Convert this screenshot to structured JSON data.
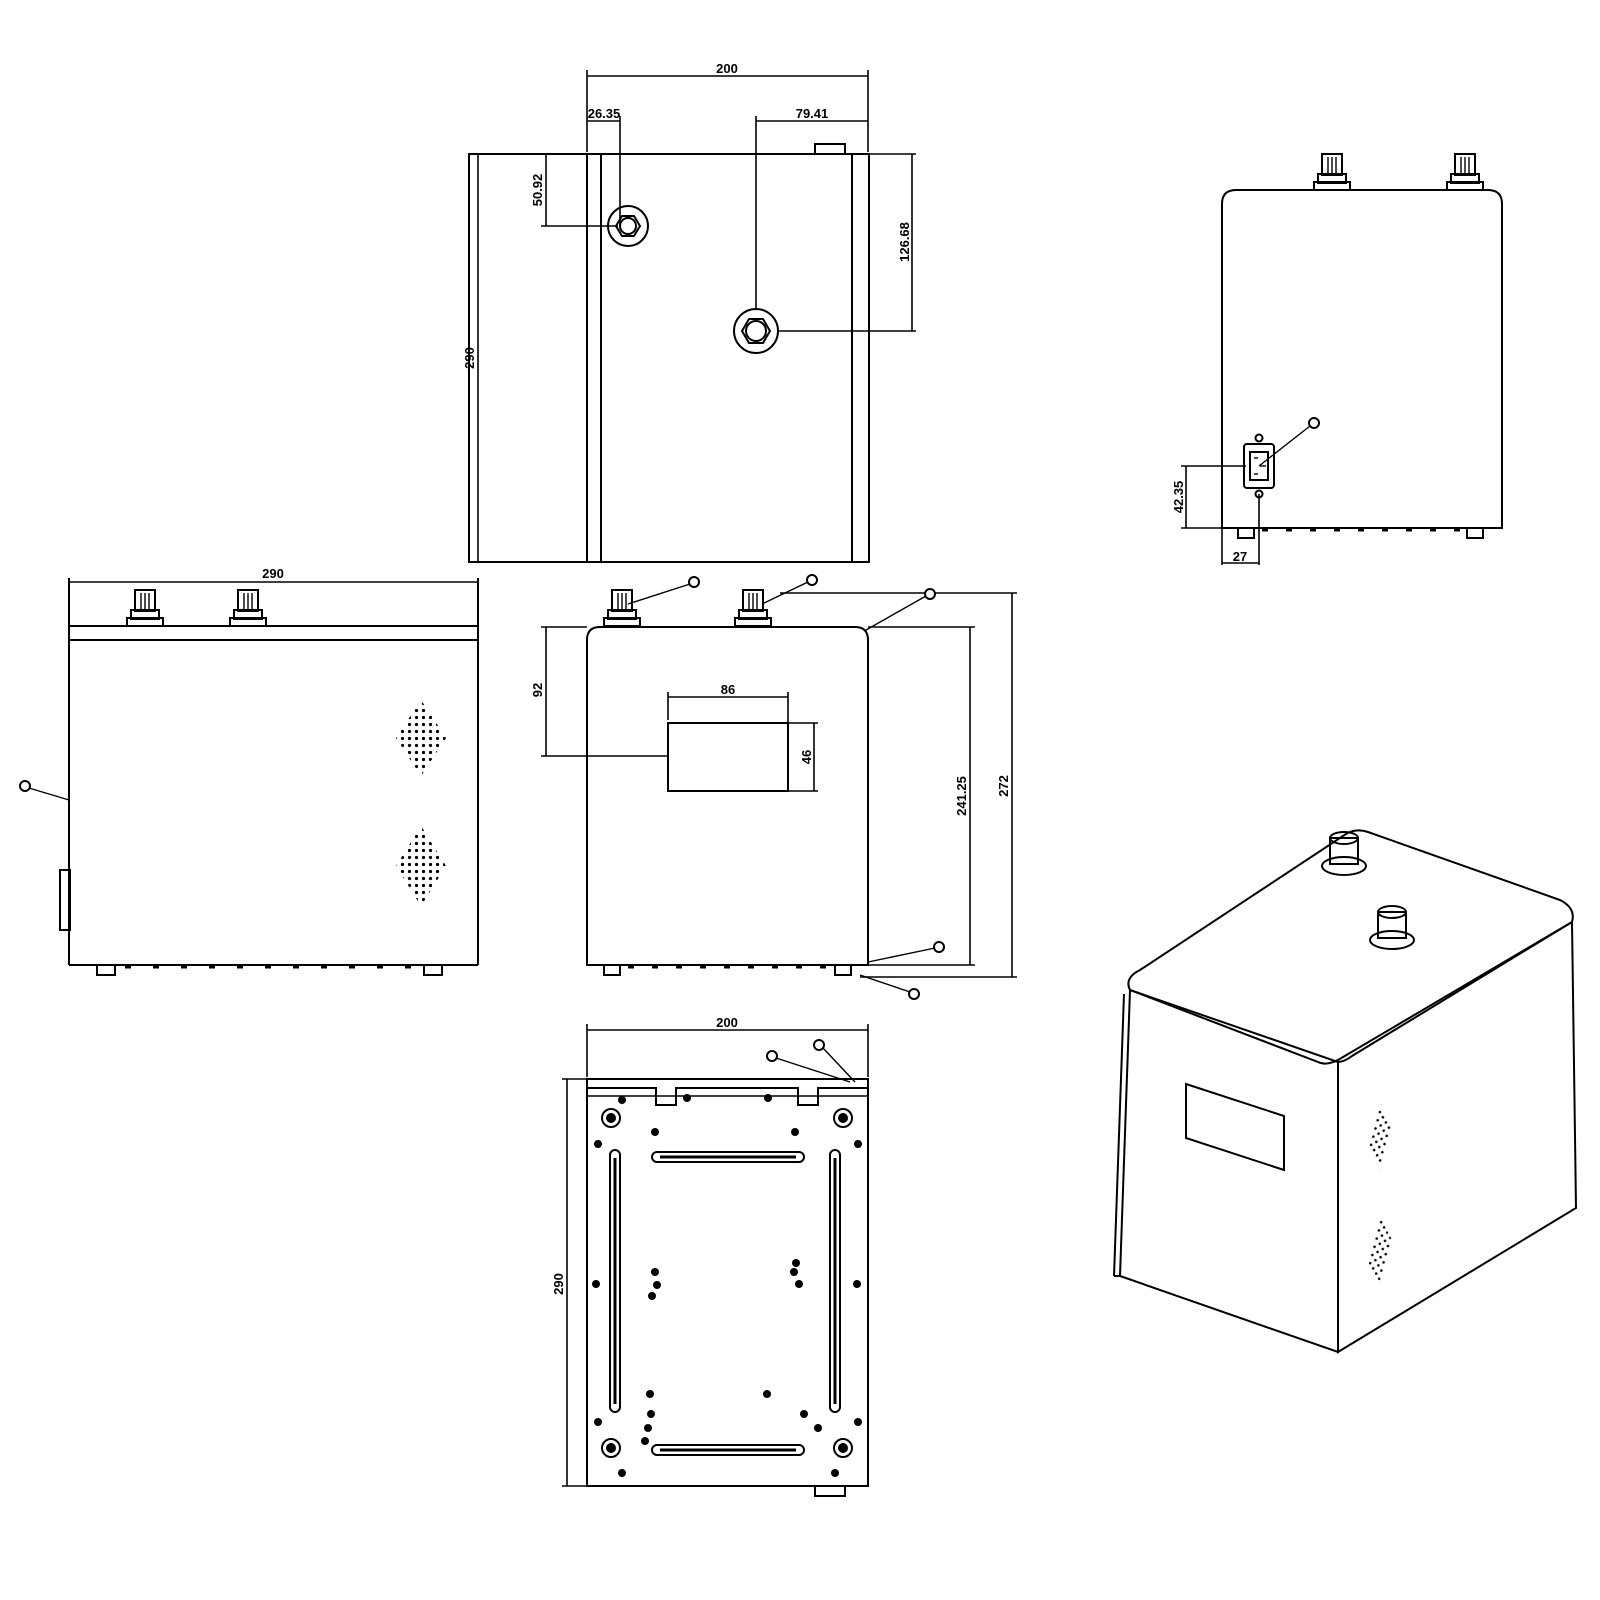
{
  "top_view": {
    "width": "200",
    "hole1_x": "26.35",
    "hole2_x": "79.41",
    "hole1_y": "50.92",
    "hole2_y": "126.68",
    "depth": "290"
  },
  "back_view": {
    "inlet_height": "42.35",
    "inlet_offset": "27"
  },
  "side_view": {
    "length": "290"
  },
  "front_view": {
    "panel_top": "92",
    "panel_width": "86",
    "panel_height": "46",
    "body_height": "241.25",
    "total_height": "272"
  },
  "bottom_view": {
    "width": "200",
    "depth": "290"
  }
}
